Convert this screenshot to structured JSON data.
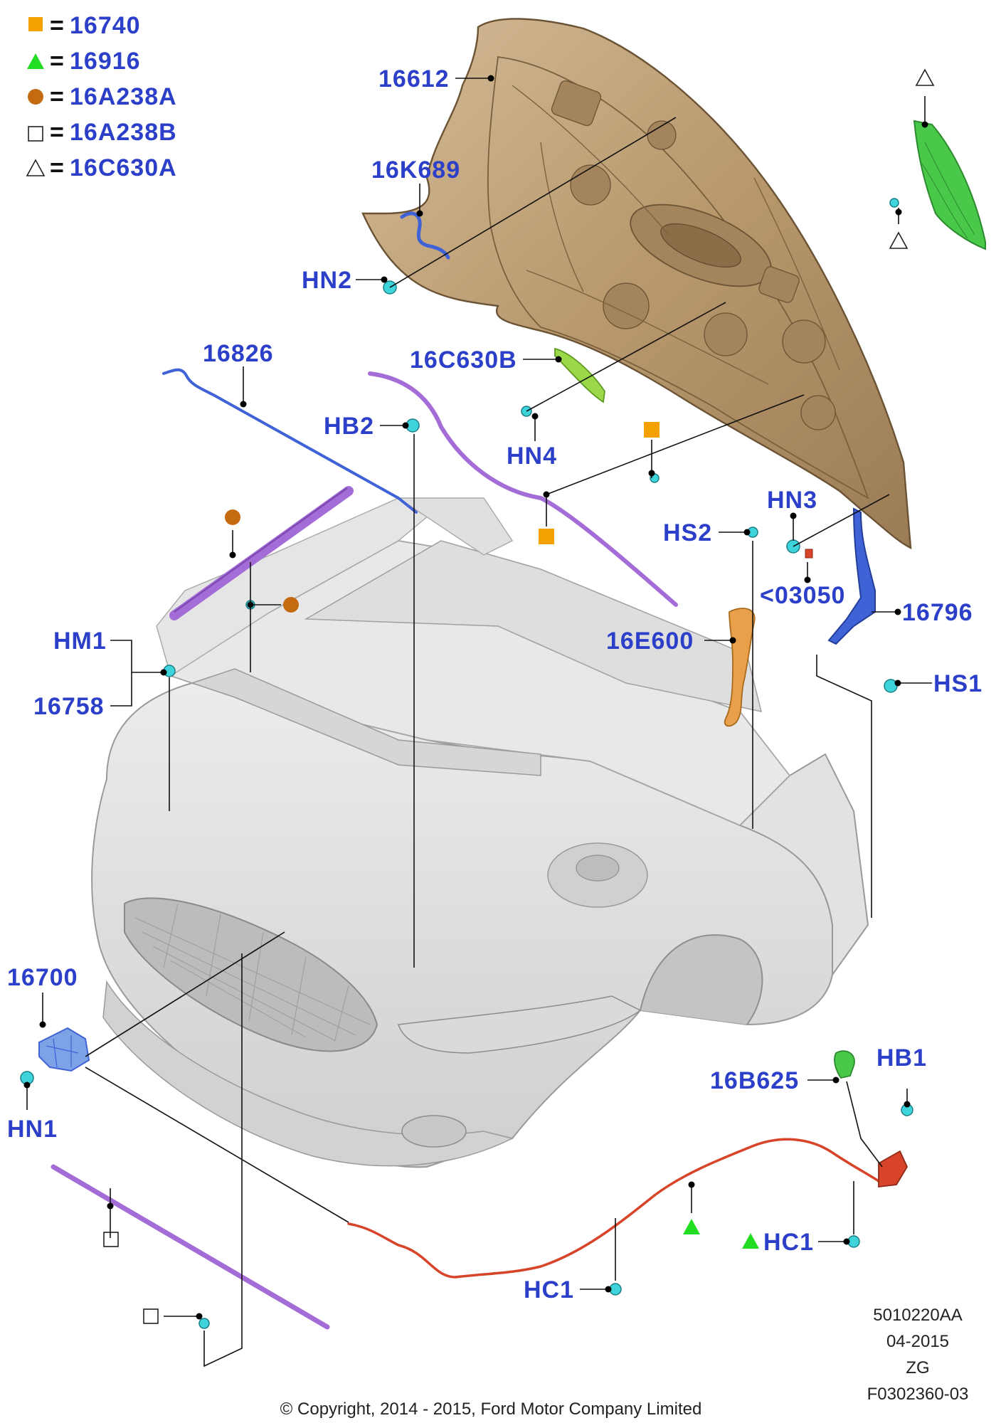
{
  "legend": [
    {
      "symbol": "square",
      "color": "#f5a200",
      "label": "16740"
    },
    {
      "symbol": "triangle",
      "color": "#22dd22",
      "label": "16916"
    },
    {
      "symbol": "circle",
      "color": "#c46a10",
      "label": "16A238A"
    },
    {
      "symbol": "square-outline",
      "color": "#222222",
      "label": "16A238B"
    },
    {
      "symbol": "triangle-outline",
      "color": "#222222",
      "label": "16C630A"
    }
  ],
  "legend_equals": "=",
  "callouts": {
    "p16612": "16612",
    "p16K689": "16K689",
    "HN2": "HN2",
    "p16826": "16826",
    "p16C630B": "16C630B",
    "HB2": "HB2",
    "HN4": "HN4",
    "HN3": "HN3",
    "HS2": "HS2",
    "p03050": "<03050",
    "p16796": "16796",
    "p16E600": "16E600",
    "HM1": "HM1",
    "p16758": "16758",
    "HS1": "HS1",
    "p16700": "16700",
    "HN1": "HN1",
    "p16B625": "16B625",
    "HB1": "HB1",
    "HC1_right": "HC1",
    "HC1_bottom": "HC1"
  },
  "meta": {
    "code": "5010220AA",
    "date": "04-2015",
    "region": "ZG",
    "figure": "F0302360-03"
  },
  "copyright": "© Copyright, 2014 - 2015, Ford Motor Company Limited",
  "colors": {
    "callout_blue": "#2b3fc8",
    "hood_tan": "#b89870",
    "insulator_green": "#49c84a",
    "seal_purple": "#a36cd6",
    "cable_red": "#d8442a",
    "bracket_blue": "#3f62d6",
    "clip_cyan": "#3fd4dc",
    "body_gray": "#d9d9d9"
  }
}
